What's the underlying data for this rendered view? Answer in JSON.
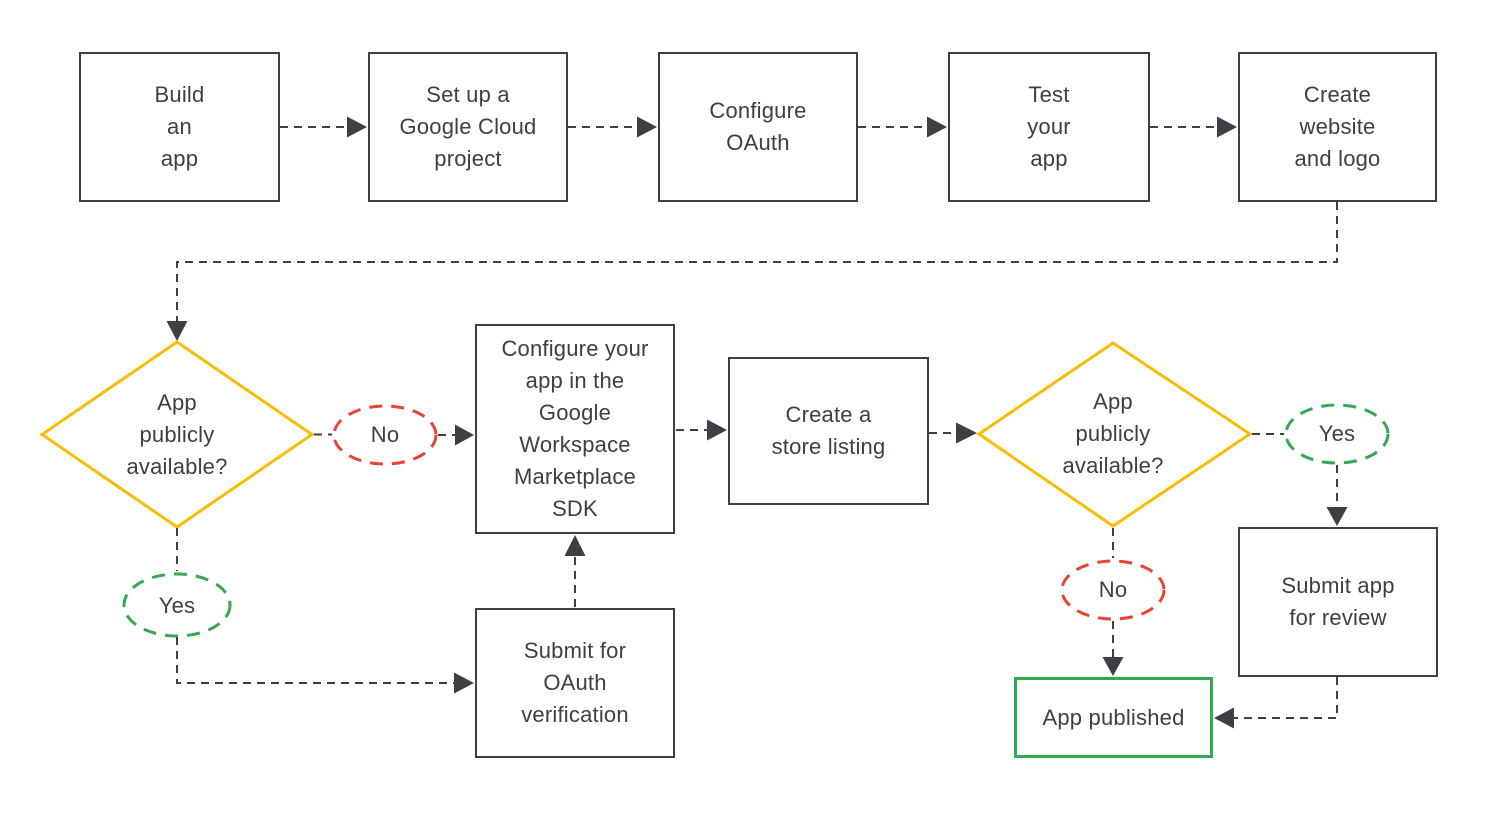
{
  "diagram": {
    "type": "flowchart",
    "topic": "Publish an app to the Google Workspace Marketplace",
    "colors": {
      "outline": "#3c4043",
      "text": "#3c4043",
      "decision": "#fbbc04",
      "no": "#ea4335",
      "yes": "#34a853",
      "bg": "#ffffff"
    },
    "nodes": {
      "build_app": "Build\nan\napp",
      "setup_project": "Set up a\nGoogle Cloud\nproject",
      "configure_oauth": "Configure\nOAuth",
      "test_app": "Test\nyour\napp",
      "create_website": "Create\nwebsite\nand logo",
      "decision1": "App\npublicly\navailable?",
      "decision1_no": "No",
      "decision1_yes": "Yes",
      "configure_sdk": "Configure your\napp in the\nGoogle\nWorkspace\nMarketplace\nSDK",
      "store_listing": "Create a\nstore listing",
      "decision2": "App\npublicly\navailable?",
      "decision2_yes": "Yes",
      "decision2_no": "No",
      "submit_review": "Submit app\nfor review",
      "submit_oauth": "Submit for\nOAuth\nverification",
      "app_published": "App published"
    }
  }
}
